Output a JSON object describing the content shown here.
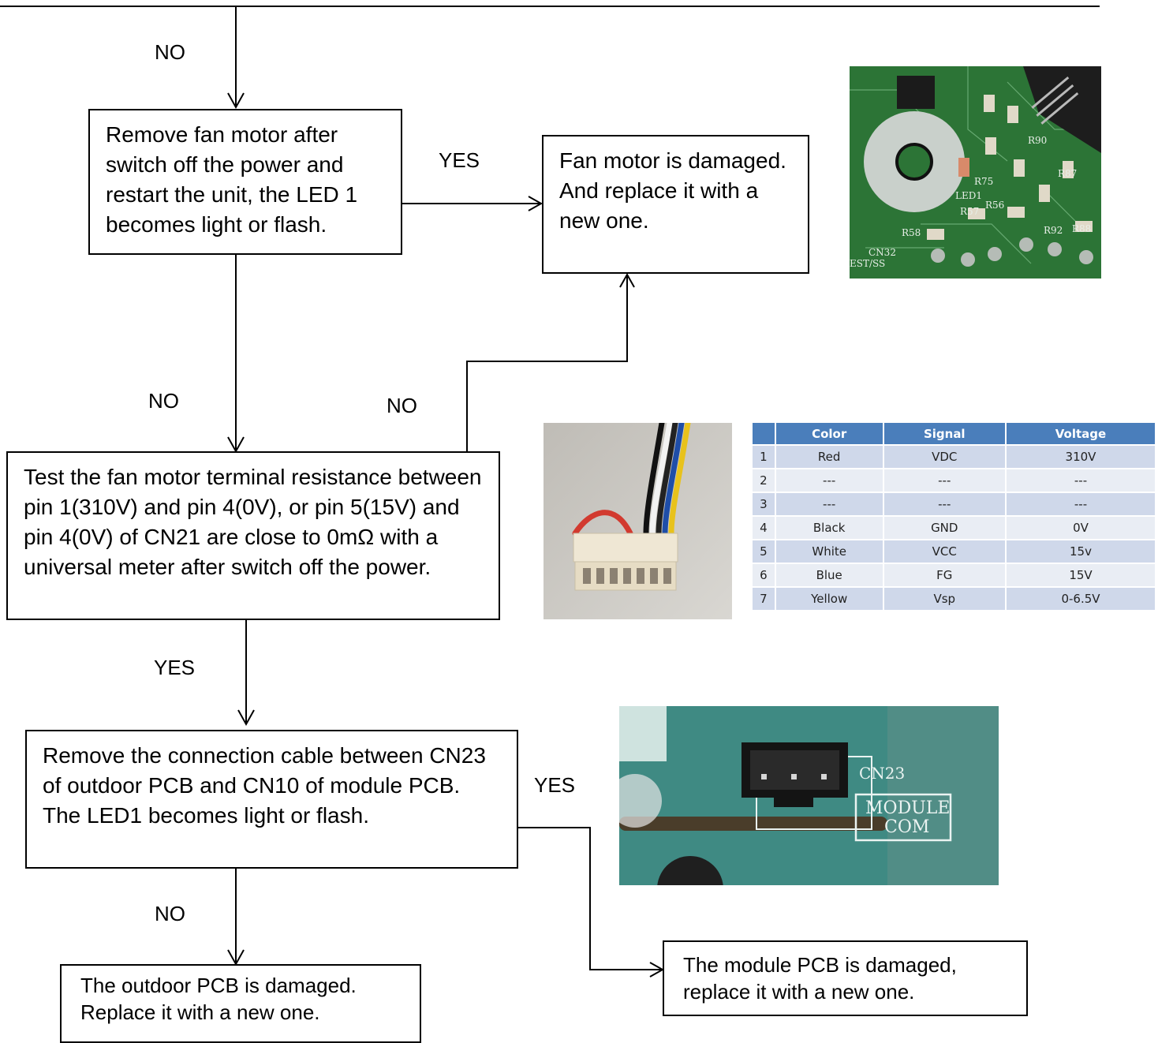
{
  "flow": {
    "box1": "Remove fan motor after switch off the power and restart the unit, the LED 1 becomes light or flash.",
    "box2": "Fan motor is damaged. And replace it with a new one.",
    "box3": "Test the fan motor terminal resistance between pin 1(310V) and pin 4(0V), or pin 5(15V) and pin 4(0V) of CN21 are close to 0mΩ with a universal meter after switch off the power.",
    "box4": "Remove the connection cable between CN23 of outdoor PCB and CN10 of module PCB. The LED1 becomes light or flash.",
    "box5": "The outdoor PCB is damaged. Replace it with a new one.",
    "box6": "The module PCB is damaged, replace it with a new one.",
    "labels": {
      "top_no": "NO",
      "yes1": "YES",
      "no_left": "NO",
      "no_right": "NO",
      "yes2": "YES",
      "yes3": "YES",
      "no_bottom": "NO"
    }
  },
  "pin_table": {
    "headers": [
      "",
      "Color",
      "Signal",
      "Voltage"
    ],
    "rows": [
      [
        "1",
        "Red",
        "VDC",
        "310V"
      ],
      [
        "2",
        "---",
        "---",
        "---"
      ],
      [
        "3",
        "---",
        "---",
        "---"
      ],
      [
        "4",
        "Black",
        "GND",
        "0V"
      ],
      [
        "5",
        "White",
        "VCC",
        "15v"
      ],
      [
        "6",
        "Blue",
        "FG",
        "15V"
      ],
      [
        "7",
        "Yellow",
        "Vsp",
        "0-6.5V"
      ]
    ]
  },
  "photos": {
    "pcb_led": {
      "labels": [
        "R90",
        "R87",
        "R75",
        "LED1",
        "R57",
        "R56",
        "R58",
        "R92",
        "R88",
        "CN32",
        "EST/SS"
      ]
    },
    "module_pcb": {
      "labels": [
        "CN23",
        "MODULE",
        "COM"
      ]
    }
  }
}
